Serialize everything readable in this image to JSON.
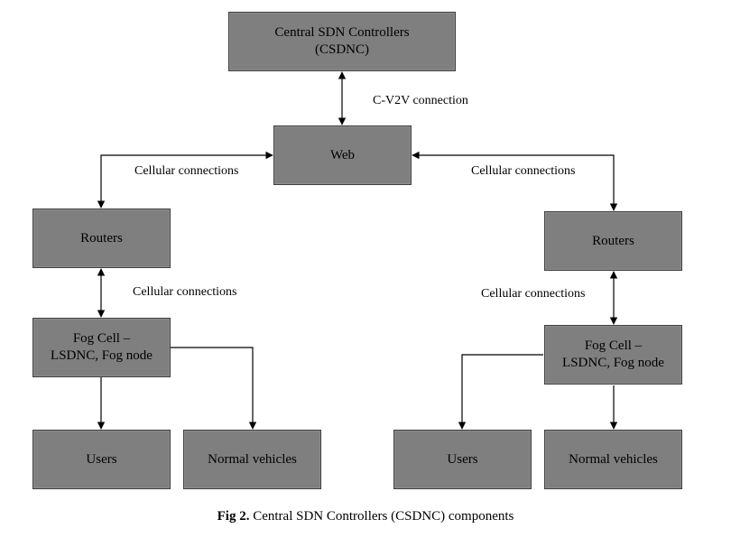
{
  "nodes": {
    "csdnc": [
      "Central SDN Controllers",
      "(CSDNC)"
    ],
    "web": "Web",
    "routers_left": "Routers",
    "routers_right": "Routers",
    "fog_left": [
      "Fog Cell –",
      "LSDNC, Fog node"
    ],
    "fog_right": [
      "Fog Cell –",
      "LSDNC, Fog node"
    ],
    "users_left": "Users",
    "users_right": "Users",
    "vehicles_left": "Normal vehicles",
    "vehicles_right": "Normal vehicles"
  },
  "edge_labels": {
    "c_v2v": "C-V2V connection",
    "cell_web_left": "Cellular connections",
    "cell_web_right": "Cellular connections",
    "cell_router_left": "Cellular connections",
    "cell_router_right": "Cellular connections"
  },
  "caption": {
    "prefix": "Fig 2.",
    "text": " Central SDN Controllers (CSDNC) components"
  }
}
